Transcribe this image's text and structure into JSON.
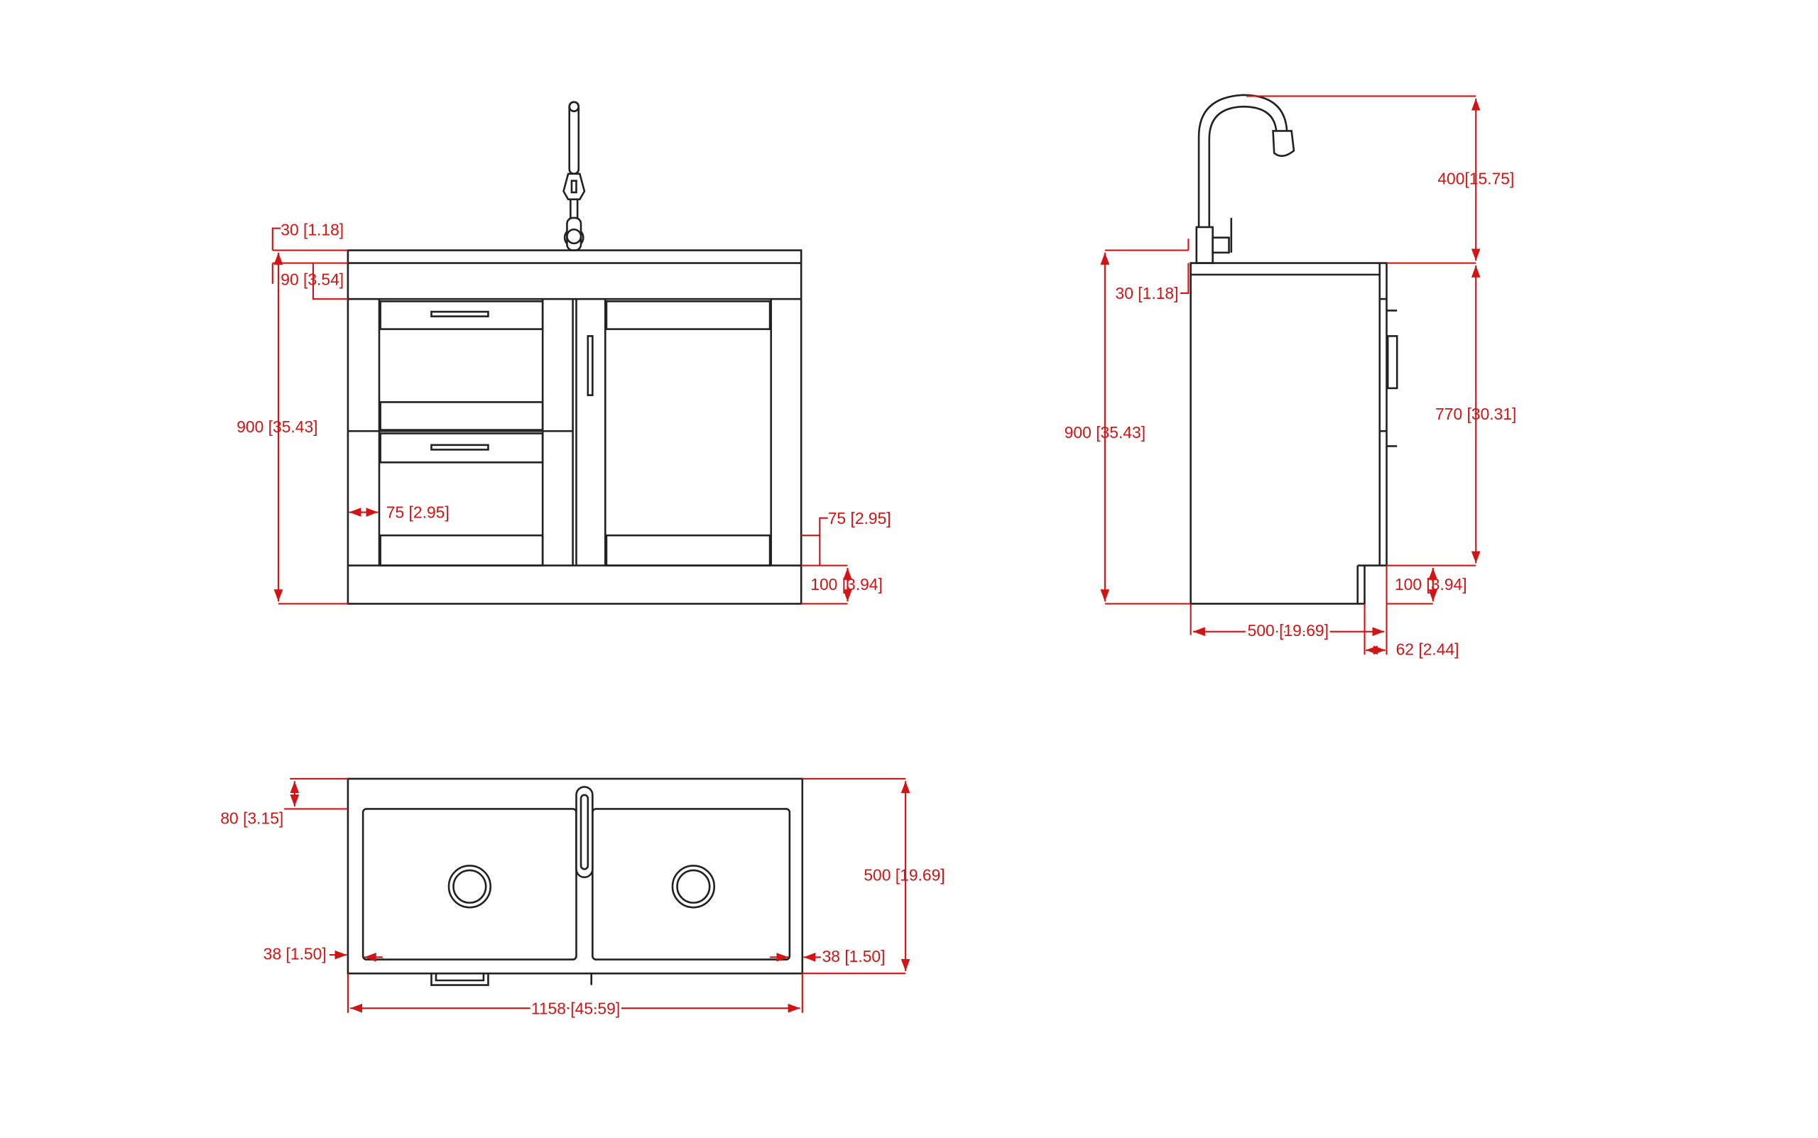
{
  "colors": {
    "dimension": "#d41414",
    "outline": "#222222",
    "background": "#ffffff"
  },
  "front_view": {
    "dims": {
      "countertop_thickness": "30 [1.18]",
      "apron_height": "90 [3.54]",
      "total_height": "900 [35.43]",
      "stile_width": "75 [2.95]",
      "rail_height": "75 [2.95]",
      "plinth_height": "100 [3.94]"
    }
  },
  "side_view": {
    "dims": {
      "faucet_height": "400[15.75]",
      "countertop_thickness": "30 [1.18]",
      "total_height": "900 [35.43]",
      "door_height": "770 [30.31]",
      "plinth_height": "100 [3.94]",
      "depth": "500 [19.69]",
      "toe_kick_depth": "62 [2.44]"
    }
  },
  "top_view": {
    "dims": {
      "back_ledge": "80 [3.15]",
      "depth": "500 [19.69]",
      "left_rim": "38 [1.50]",
      "right_rim": "38 [1.50]",
      "width": "1158 [45.59]"
    }
  }
}
